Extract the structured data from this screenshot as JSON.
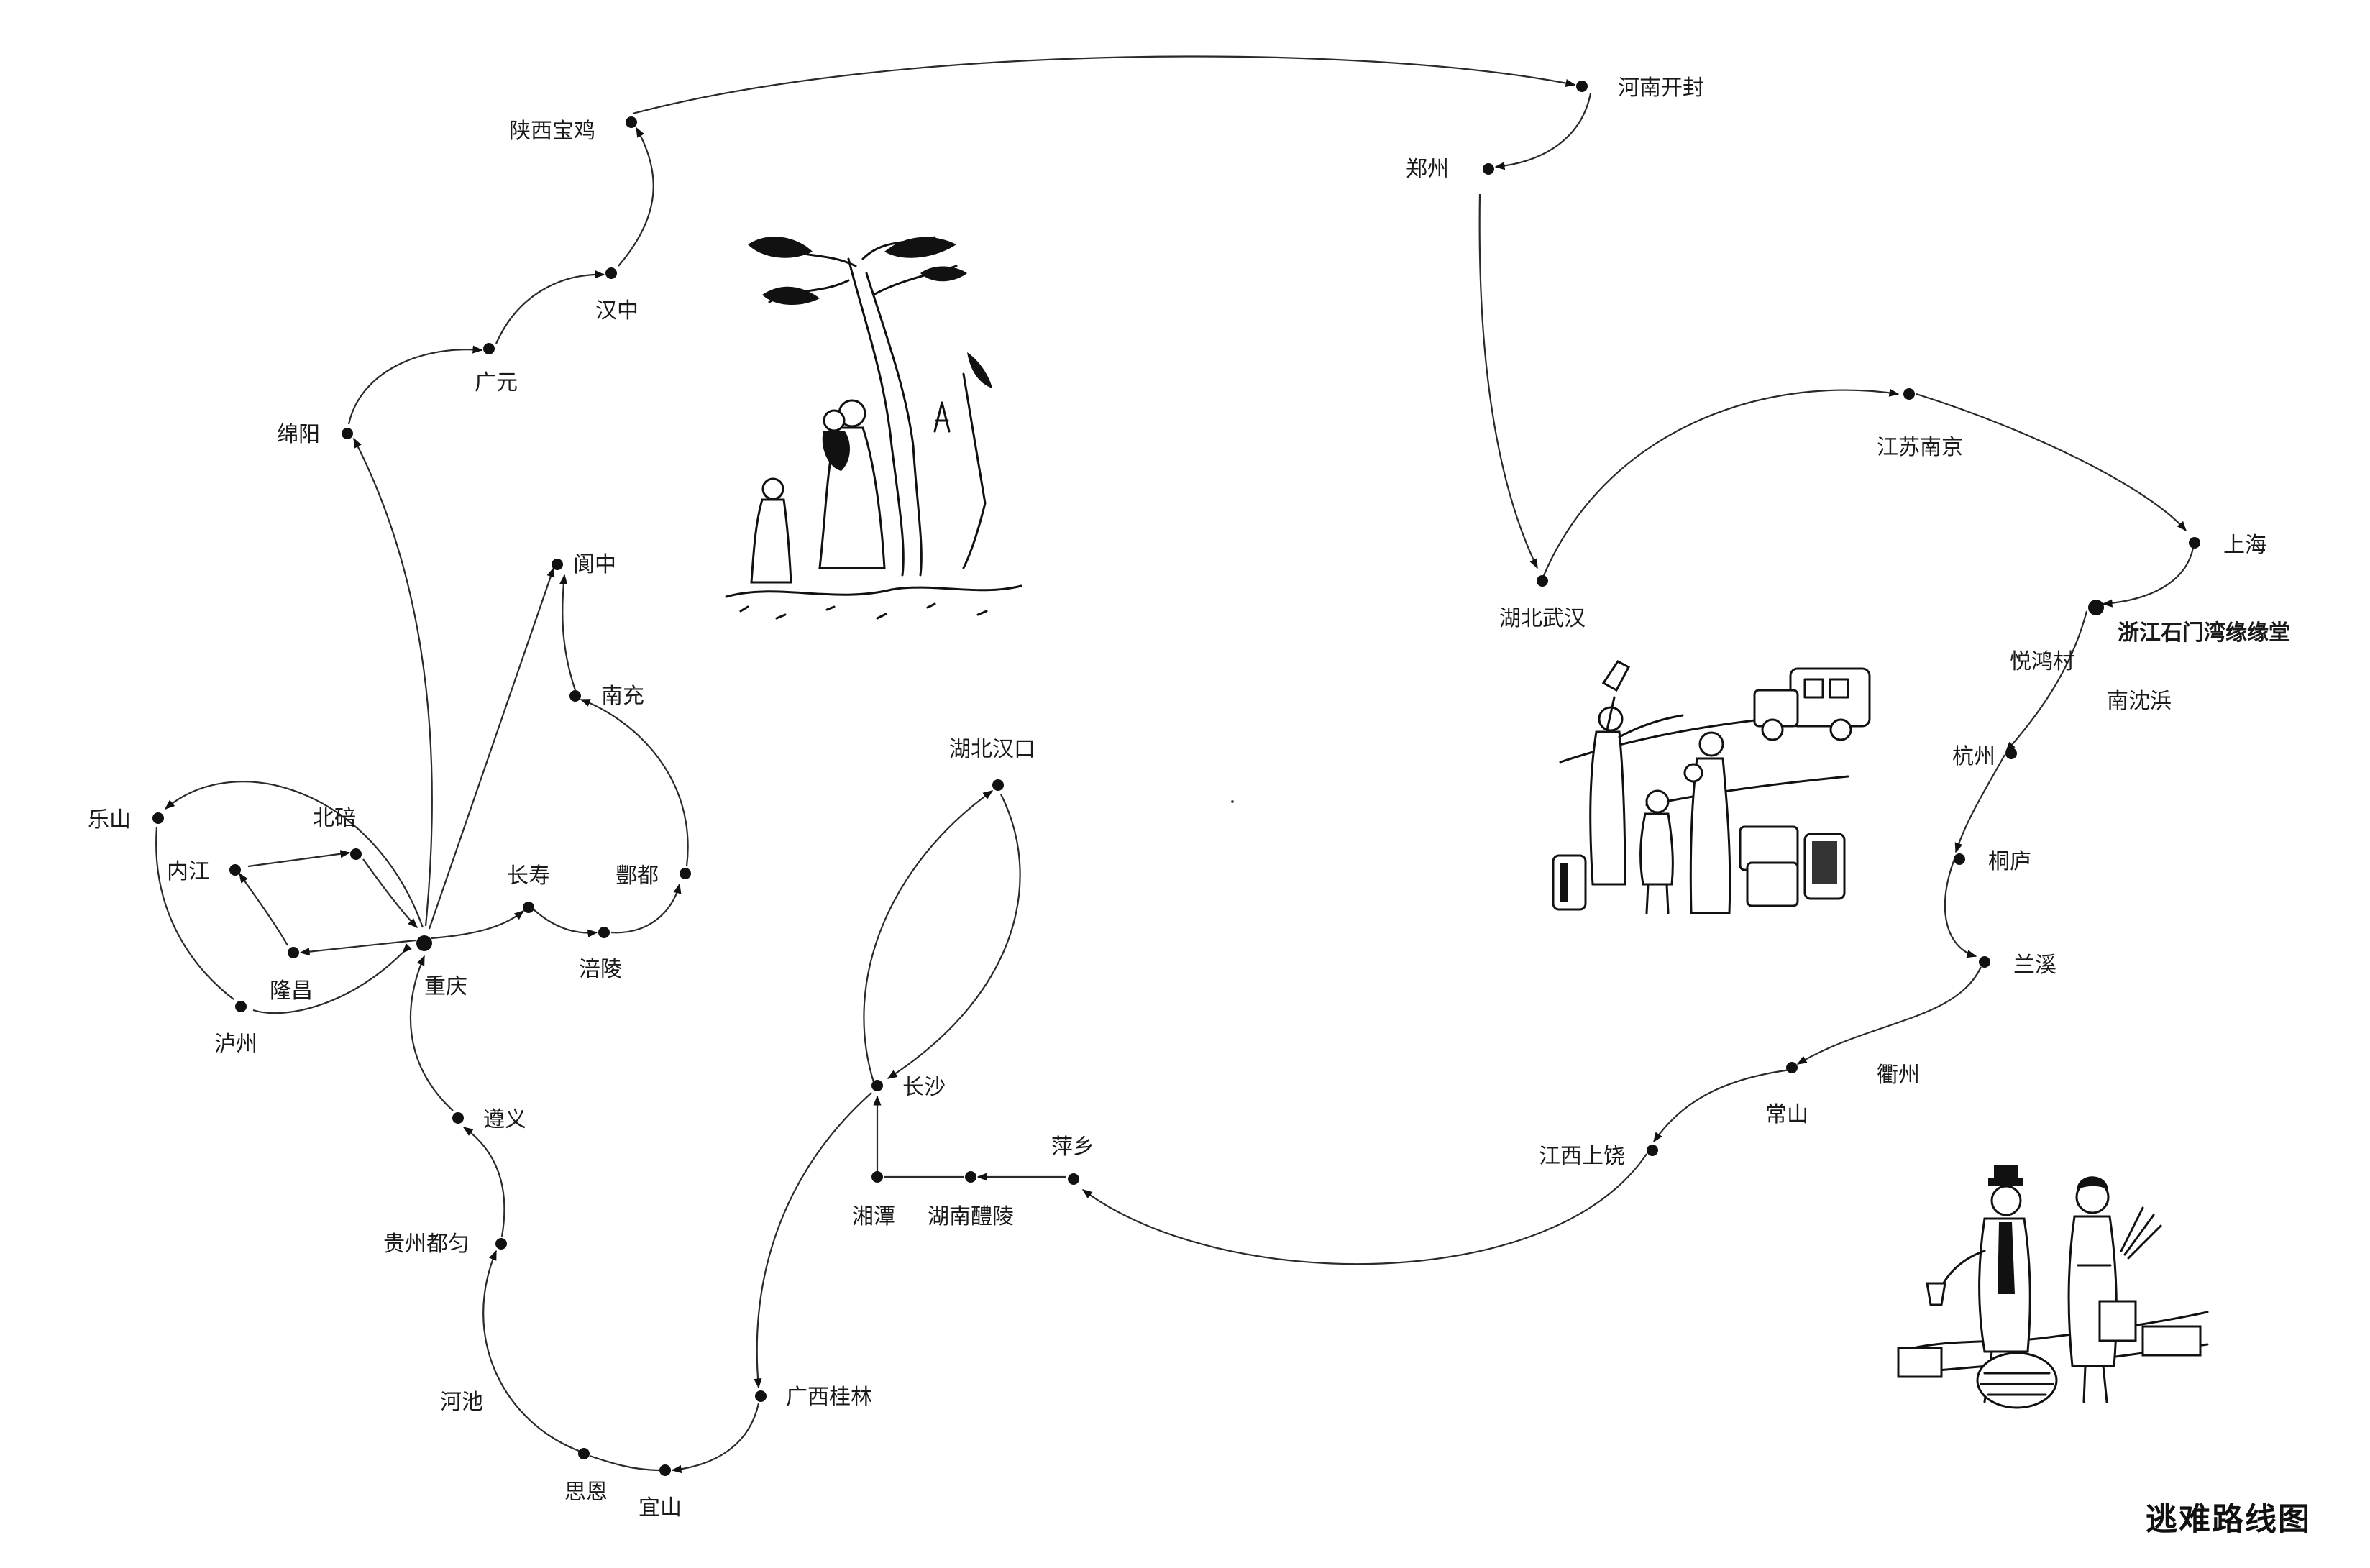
{
  "title": "逃难路线图",
  "places": {
    "henan_kaifeng": "河南开封",
    "zhengzhou": "郑州",
    "hubei_wuhan": "湖北武汉",
    "jiangsu_nanjing": "江苏南京",
    "shanghai": "上海",
    "shimenwan": "浙江石门湾缘缘堂",
    "yuehongcun": "悦鸿村",
    "nanshenbang": "南沈浜",
    "hangzhou": "杭州",
    "tonglu": "桐庐",
    "lanxi": "兰溪",
    "quzhou": "衢州",
    "changshan": "常山",
    "jiangxi_shangrao": "江西上饶",
    "pingxiang": "萍乡",
    "hunan_liling": "湖南醴陵",
    "xiangtan": "湘潭",
    "changsha": "长沙",
    "hubei_hankou": "湖北汉口",
    "guangxi_guilin": "广西桂林",
    "yishan": "宜山",
    "sien": "思恩",
    "hechi": "河池",
    "guizhou_duyun": "贵州都匀",
    "zunyi": "遵义",
    "chongqing": "重庆",
    "changshou": "长寿",
    "fuling": "涪陵",
    "fengdu": "酆都",
    "nanchong": "南充",
    "langzhong": "阆中",
    "mianyang": "绵阳",
    "guangyuan": "广元",
    "hanzhong": "汉中",
    "shaanxi_baoji": "陕西宝鸡",
    "leshan": "乐山",
    "neijiang": "内江",
    "beibei": "北碚",
    "longchang": "隆昌",
    "luzhou": "泸州"
  },
  "colors": {
    "ink": "#111111",
    "paper": "#ffffff"
  },
  "illustrations": [
    "mother-and-children-under-tree",
    "family-hailing-truck",
    "couple-walking-with-luggage"
  ]
}
